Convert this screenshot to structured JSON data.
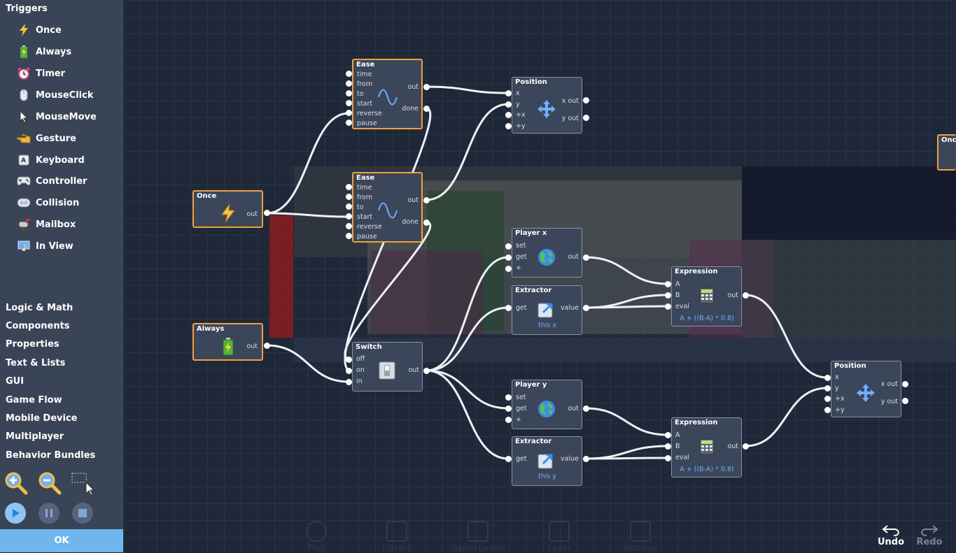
{
  "sidebar": {
    "heading": "Triggers",
    "triggers": [
      {
        "label": "Once",
        "icon": "lightning-icon"
      },
      {
        "label": "Always",
        "icon": "battery-icon"
      },
      {
        "label": "Timer",
        "icon": "alarm-clock-icon"
      },
      {
        "label": "MouseClick",
        "icon": "mouse-icon"
      },
      {
        "label": "MouseMove",
        "icon": "cursor-icon"
      },
      {
        "label": "Gesture",
        "icon": "pointing-hand-icon"
      },
      {
        "label": "Keyboard",
        "icon": "keyboard-key-icon"
      },
      {
        "label": "Controller",
        "icon": "gamepad-icon"
      },
      {
        "label": "Collision",
        "icon": "collision-icon"
      },
      {
        "label": "Mailbox",
        "icon": "mailbox-icon"
      },
      {
        "label": "In View",
        "icon": "monitor-icon"
      }
    ],
    "categories": [
      "Logic & Math",
      "Components",
      "Properties",
      "Text & Lists",
      "GUI",
      "Game Flow",
      "Mobile Device",
      "Multiplayer",
      "Behavior Bundles"
    ],
    "ok_label": "OK"
  },
  "nodes": {
    "ease1": {
      "title": "Ease",
      "inputs": [
        "time",
        "from",
        "to",
        "start",
        "reverse",
        "pause"
      ],
      "outputs": [
        "out",
        "done"
      ]
    },
    "ease2": {
      "title": "Ease",
      "inputs": [
        "time",
        "from",
        "to",
        "start",
        "reverse",
        "pause"
      ],
      "outputs": [
        "out",
        "done"
      ]
    },
    "position1": {
      "title": "Position",
      "inputs": [
        "x",
        "y",
        "+x",
        "+y"
      ],
      "outputs": [
        "x out",
        "y out"
      ]
    },
    "once_trigger": {
      "title": "Once",
      "outputs": [
        "out"
      ]
    },
    "always_trigger": {
      "title": "Always",
      "outputs": [
        "out"
      ]
    },
    "switch": {
      "title": "Switch",
      "inputs": [
        "off",
        "on",
        "in"
      ],
      "outputs": [
        "out"
      ]
    },
    "player_x": {
      "title": "Player x",
      "inputs": [
        "set",
        "get",
        "+"
      ],
      "outputs": [
        "out"
      ]
    },
    "extractor_x": {
      "title": "Extractor",
      "inputs": [
        "get"
      ],
      "outputs": [
        "value"
      ],
      "subtitle": "this x"
    },
    "expression1": {
      "title": "Expression",
      "inputs": [
        "A",
        "B",
        "eval"
      ],
      "outputs": [
        "out"
      ],
      "formula": "A + ((B-A) * 0.8)"
    },
    "player_y": {
      "title": "Player y",
      "inputs": [
        "set",
        "get",
        "+"
      ],
      "outputs": [
        "out"
      ]
    },
    "extractor_y": {
      "title": "Extractor",
      "inputs": [
        "get"
      ],
      "outputs": [
        "value"
      ],
      "subtitle": "this y"
    },
    "expression2": {
      "title": "Expression",
      "inputs": [
        "A",
        "B",
        "eval"
      ],
      "outputs": [
        "out"
      ],
      "formula": "A + ((B-A) * 0.8)"
    },
    "position2": {
      "title": "Position",
      "inputs": [
        "x",
        "y",
        "+x",
        "+y"
      ],
      "outputs": [
        "x out",
        "y out"
      ]
    },
    "once_partial": {
      "title": "Once"
    }
  },
  "bottom_bar": {
    "items": [
      "Play",
      "Library",
      "Game Levels",
      "Layer",
      "Settings"
    ]
  },
  "history": {
    "undo": "Undo",
    "redo": "Redo"
  },
  "colors": {
    "trigger_border": "#f0a23c",
    "node_border": "#8a93a3",
    "node_bg": "#3c465a",
    "sidebar_bg": "#3a4457",
    "canvas_bg": "#1f2838",
    "ok_bg": "#6fb6ef",
    "formula_text": "#6cb0ff"
  }
}
